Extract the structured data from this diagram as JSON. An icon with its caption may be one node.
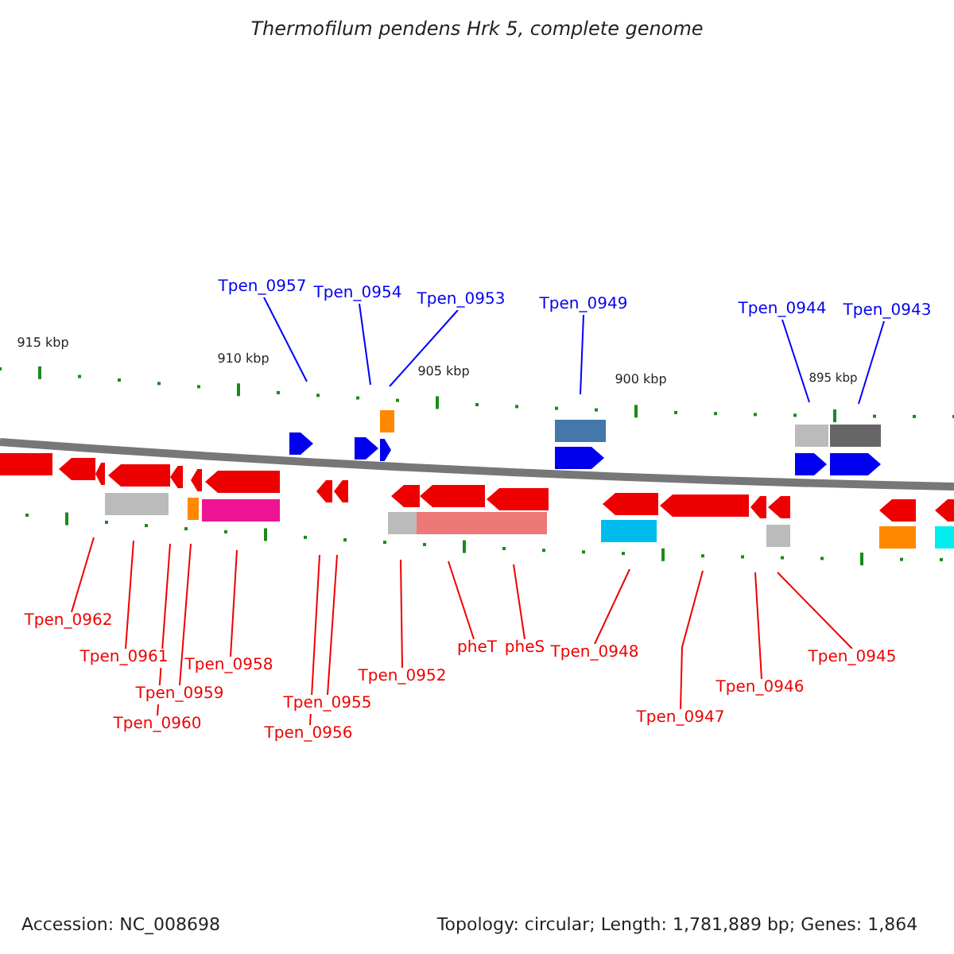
{
  "diagram": {
    "title": "Thermofilum pendens Hrk 5, complete genome",
    "nodes": [
      {
        "text": [
          "Tpen_0957"
        ]
      },
      {
        "text": [
          "Tpen_0954"
        ]
      },
      {
        "text": [
          "Tpen_0953"
        ]
      },
      {
        "text": [
          "Tpen_0949"
        ]
      },
      {
        "text": [
          "Tpen_0944"
        ]
      },
      {
        "text": [
          "Tpen_0943"
        ]
      },
      {
        "text": [
          "Tpen_0962"
        ]
      },
      {
        "text": [
          "Tpen_0961"
        ]
      },
      {
        "text": [
          "Tpen_0960"
        ]
      },
      {
        "text": [
          "Tpen_0959"
        ]
      },
      {
        "text": [
          "Tpen_0958"
        ]
      },
      {
        "text": [
          "Tpen_0956"
        ]
      },
      {
        "text": [
          "Tpen_0955"
        ]
      },
      {
        "text": [
          "Tpen_0952"
        ]
      },
      {
        "text": [
          "pheT"
        ]
      },
      {
        "text": [
          "pheS"
        ]
      },
      {
        "text": [
          "Tpen_0948"
        ]
      },
      {
        "text": [
          "Tpen_0947"
        ]
      },
      {
        "text": [
          "Tpen_0946"
        ]
      },
      {
        "text": [
          "Tpen_0945"
        ]
      }
    ],
    "edges": [
      {
        "from": 0,
        "to": null,
        "arrow": "none",
        "color": "#0000ff"
      },
      {
        "from": 1,
        "to": null,
        "arrow": "none",
        "color": "#0000ff"
      },
      {
        "from": 2,
        "to": null,
        "arrow": "none",
        "color": "#0000ff"
      },
      {
        "from": 3,
        "to": null,
        "arrow": "none",
        "color": "#0000ff"
      },
      {
        "from": 4,
        "to": null,
        "arrow": "none",
        "color": "#0000ff"
      },
      {
        "from": 5,
        "to": null,
        "arrow": "none",
        "color": "#0000ff"
      },
      {
        "from": 6,
        "to": null,
        "arrow": "none"
      },
      {
        "from": 7,
        "to": null,
        "arrow": "none"
      },
      {
        "from": 8,
        "to": null,
        "arrow": "none"
      },
      {
        "from": 9,
        "to": null,
        "arrow": "none"
      },
      {
        "from": 10,
        "to": null,
        "arrow": "none"
      },
      {
        "from": 11,
        "to": null,
        "arrow": "none"
      },
      {
        "from": 12,
        "to": null,
        "arrow": "none"
      },
      {
        "from": 13,
        "to": null,
        "arrow": "none"
      },
      {
        "from": 14,
        "to": null,
        "arrow": "none"
      },
      {
        "from": 15,
        "to": null,
        "arrow": "none"
      },
      {
        "from": 16,
        "to": null,
        "arrow": "none"
      },
      {
        "from": 17,
        "to": null,
        "arrow": "none"
      },
      {
        "from": 18,
        "to": null,
        "arrow": "none"
      },
      {
        "from": 19,
        "to": null,
        "arrow": "none"
      }
    ],
    "labels": [
      "915 kbp",
      "910 kbp",
      "905 kbp",
      "900 kbp",
      "895 kbp",
      "Accession: NC_008698",
      "Topology: circular; Length: 1,781,889 bp; Genes: 1,864"
    ]
  }
}
